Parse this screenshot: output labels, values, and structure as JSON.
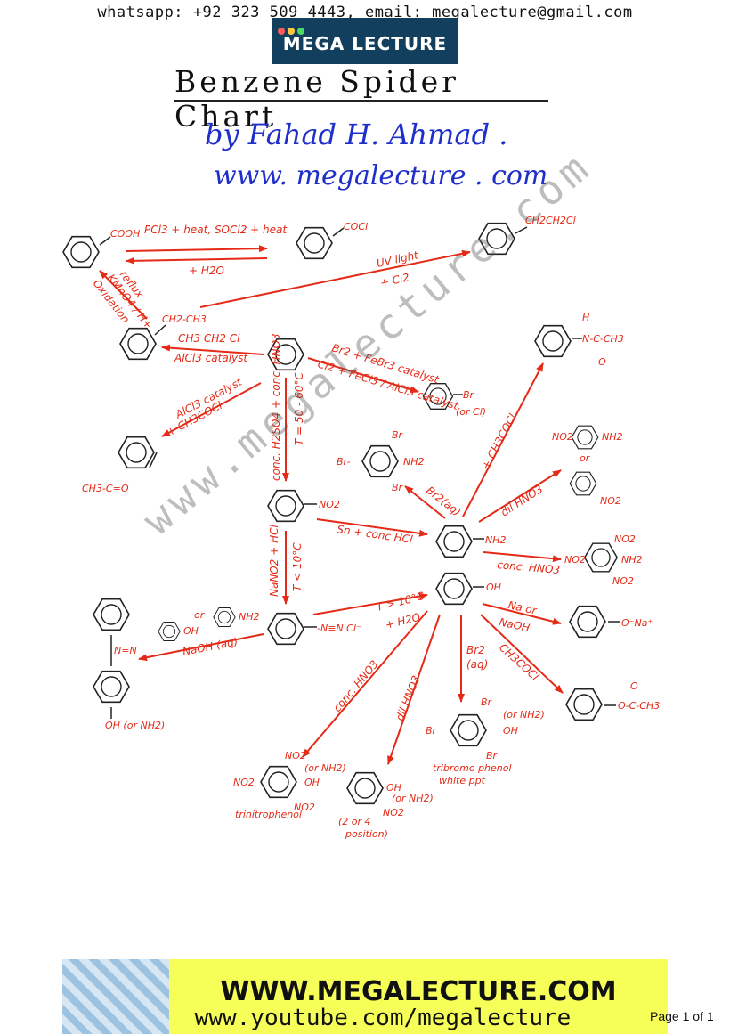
{
  "header": {
    "contact": "whatsapp: +92 323 509 4443, email: megalecture@gmail.com",
    "logo_text": "MEGA LECTURE",
    "logo_dot_colors": [
      "#ff5a5a",
      "#ffc83d",
      "#4cd964"
    ]
  },
  "title": "Benzene Spider Chart",
  "author": "by Fahad H. Ahmad .",
  "website": "www. megalecture . com",
  "watermark": "www.megalecture.com",
  "colors": {
    "reaction": "#e52a17",
    "heading_blue": "#1f2fc9",
    "structure": "#222222"
  },
  "molecules": {
    "benzoic_acid": "COOH",
    "benzoyl_chloride": "COCl",
    "chloroethylbenzene": "CH2CH2Cl",
    "ethylbenzene": "CH2-CH3",
    "acetophenone": "CH3-C=O",
    "bromobenzene": "Br",
    "bromobenzene_alt": "(or Cl)",
    "nitrobenzene": "NO2",
    "diazonium": "-N≡N Cl⁻",
    "azo_oh": "OH (or NH2)",
    "azo_link": "N=N",
    "phenylamine": "NH2",
    "phenol": "OH",
    "amide": "N-C-CH3",
    "amide_h": "H",
    "amide_o": "O",
    "tribromoaniline_br_top": "Br",
    "tribromoaniline_br_left": "Br-",
    "tribromoaniline_br_bottom": "Br",
    "tribromoaniline_nh2": "NH2",
    "nitroaniline_no2": "NO2",
    "nitroaniline_nh2": "NH2",
    "nitroaniline_or": "or",
    "nitroaniline_ortho_no2": "NO2",
    "trinitroaniline_no2": "NO2",
    "trinitroaniline_nh2": "NH2",
    "sodium_phenoxide": "O⁻Na⁺",
    "phenyl_ester": "O-C-CH3",
    "phenyl_ester_o": "O",
    "tribromophenol_br": "Br",
    "tribromophenol_oh": "OH",
    "tribromophenol_or": "(or NH2)",
    "tribromophenol_name": "tribromo phenol",
    "tribromophenol_note": "white ppt",
    "trinitrophenol_no2": "NO2",
    "trinitrophenol_oh": "OH",
    "trinitrophenol_or": "(or NH2)",
    "trinitrophenol_name": "trinitrophenol",
    "nitrophenol_oh": "OH",
    "nitrophenol_or": "(or NH2)",
    "nitrophenol_no2": "NO2",
    "nitrophenol_note": "(2 or 4",
    "nitrophenol_note2": "position)",
    "coupling_oh": "OH",
    "coupling_or": "or",
    "coupling_nh2": "NH2"
  },
  "reactions": {
    "acid_to_chloride": "PCl3 + heat, SOCl2 + heat",
    "chloride_to_acid": "+ H2O",
    "oxidation_1": "reflux",
    "oxidation_2": "KMnO4 / H+",
    "oxidation_3": "Oxidation",
    "uv_1": "UV light",
    "uv_2": "+ Cl2",
    "alkylation_1": "CH3 CH2 Cl",
    "alkylation_2": "AlCl3 catalyst",
    "halogenation_1": "Br2 + FeBr3 catalyst",
    "halogenation_2": "Cl2 + FeCl3 / AlCl3 catalyst",
    "acylation_1": "AlCl3 catalyst",
    "acylation_2": "+ CH3COCl",
    "nitration_1": "conc. H2SO4 + conc. HNO3",
    "nitration_2": "T = 50 - 60°C",
    "reduction": "Sn + conc HCl",
    "diazotisation_1": "NaNO2 + HCl",
    "diazotisation_2": "T < 10°C",
    "hydrolysis_1": "T > 10°C",
    "hydrolysis_2": "+ H2O",
    "coupling": "NaOH (aq)",
    "amine_bromination": "Br2(aq)",
    "amine_acylation": "+ CH3COCl",
    "amine_dil_nitration": "dil HNO3",
    "amine_conc_nitration": "conc. HNO3",
    "phenol_na_1": "Na or",
    "phenol_na_2": "NaOH",
    "phenol_acyl": "CH3COCl",
    "phenol_br_1": "Br2",
    "phenol_br_2": "(aq)",
    "phenol_conc_nitration": "conc. HNO3",
    "phenol_dil_nitration": "dil HNO3"
  },
  "footer": {
    "site": "WWW.MEGALECTURE.COM",
    "youtube": "www.youtube.com/megalecture",
    "page": "Page 1 of 1"
  }
}
